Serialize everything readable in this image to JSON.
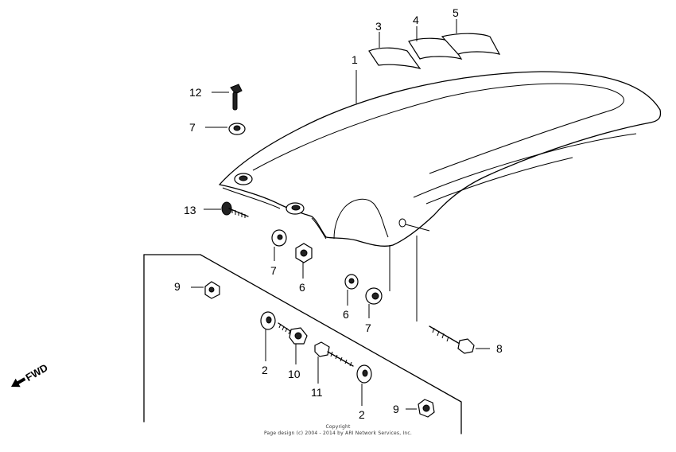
{
  "callouts": [
    {
      "id": "c1",
      "text": "1"
    },
    {
      "id": "c3",
      "text": "3"
    },
    {
      "id": "c4",
      "text": "4"
    },
    {
      "id": "c5",
      "text": "5"
    },
    {
      "id": "c12",
      "text": "12"
    },
    {
      "id": "c7a",
      "text": "7"
    },
    {
      "id": "c13",
      "text": "13"
    },
    {
      "id": "c7b",
      "text": "7"
    },
    {
      "id": "c6a",
      "text": "6"
    },
    {
      "id": "c9a",
      "text": "9"
    },
    {
      "id": "c6b",
      "text": "6"
    },
    {
      "id": "c7c",
      "text": "7"
    },
    {
      "id": "c8",
      "text": "8"
    },
    {
      "id": "c2a",
      "text": "2"
    },
    {
      "id": "c10",
      "text": "10"
    },
    {
      "id": "c11",
      "text": "11"
    },
    {
      "id": "c2b",
      "text": "2"
    },
    {
      "id": "c9b",
      "text": "9"
    }
  ],
  "fwd_label": "FWD",
  "copyright": {
    "line1": "Copyright",
    "line2": "Page design (c) 2004 - 2014 by ARI Network Services, Inc."
  }
}
